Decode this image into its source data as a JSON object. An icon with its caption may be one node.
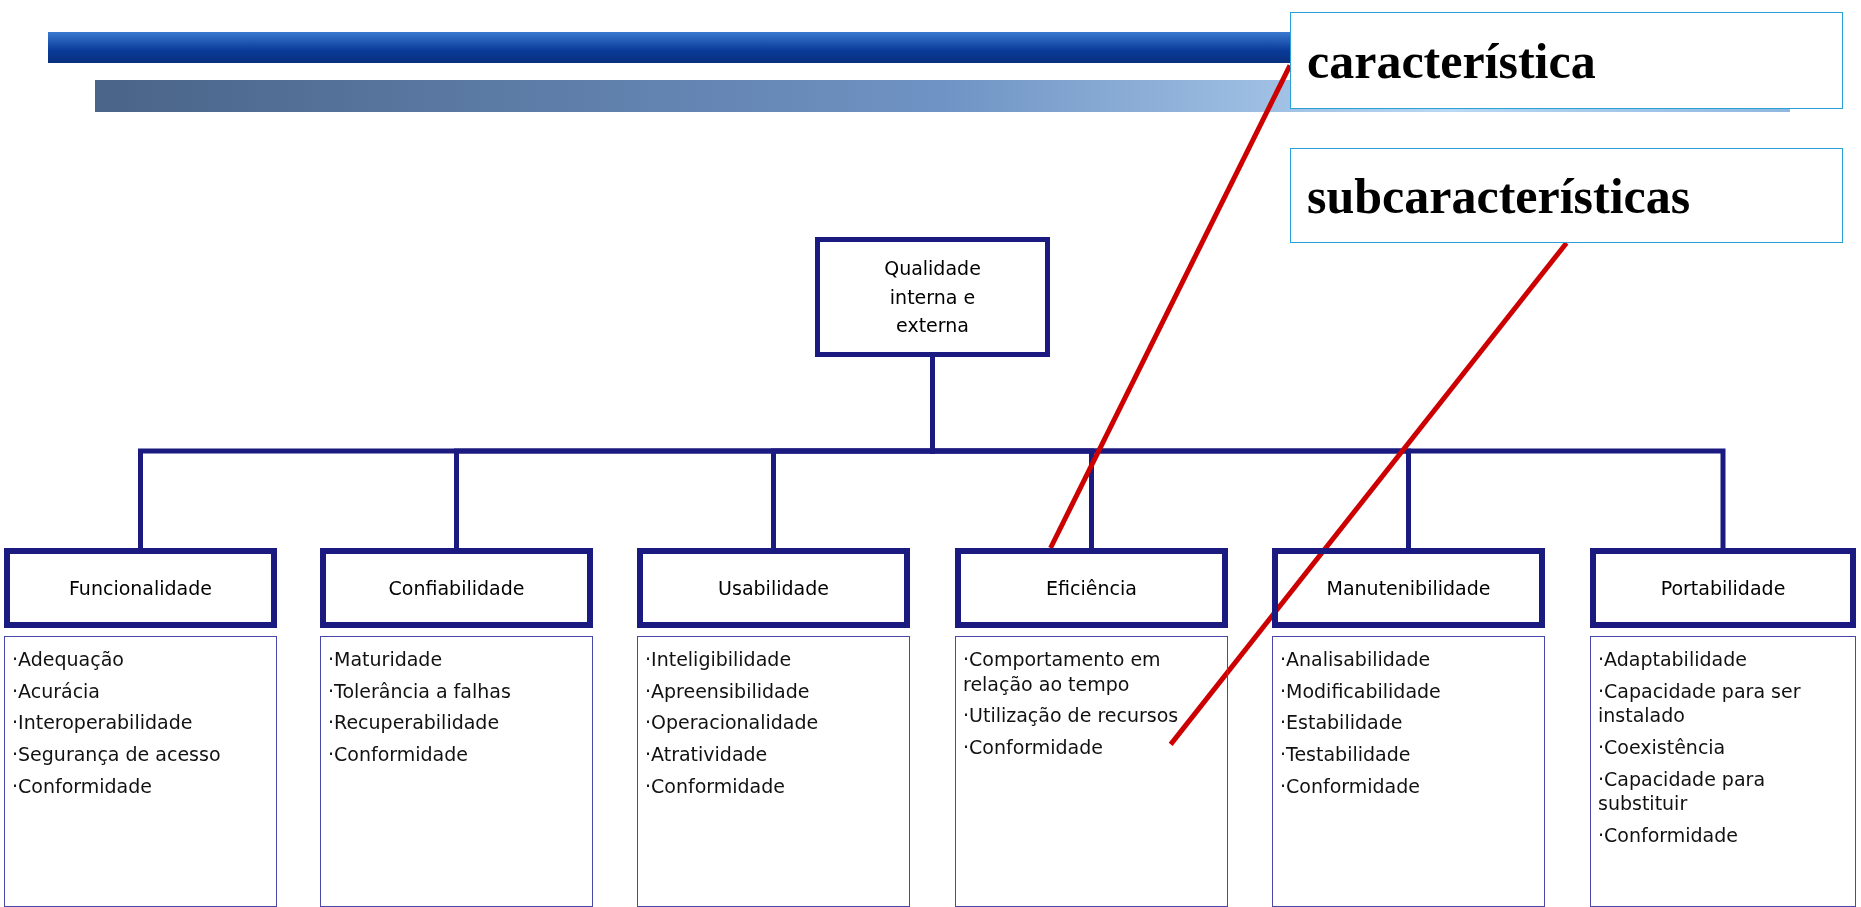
{
  "diagram": {
    "nodes": [
      {
        "text": [
          "característica"
        ]
      },
      {
        "text": [
          "subcaracterísticas"
        ]
      },
      {
        "text": [
          "Qualidade interna e externa"
        ]
      },
      {
        "text": [
          "Funcionalidade"
        ]
      },
      {
        "text": [
          "Confiabilidade"
        ]
      },
      {
        "text": [
          "Usabilidade"
        ]
      },
      {
        "text": [
          "Eficiência"
        ]
      },
      {
        "text": [
          "Manutenibilidade"
        ]
      },
      {
        "text": [
          "Portabilidade"
        ]
      },
      {
        "text": [
          "·Adequação",
          "·Acurácia",
          "·Interoperabilidade",
          "·Segurança de acesso",
          "·Conformidade"
        ]
      },
      {
        "text": [
          "·Maturidade",
          "·Tolerância a falhas",
          "·Recuperabilidade",
          "·Conformidade"
        ]
      },
      {
        "text": [
          "·Inteligibilidade",
          "·Apreensibilidade",
          "·Operacionalidade",
          "·Atratividade",
          "·Conformidade"
        ]
      },
      {
        "text": [
          "·Comportamento em relação ao tempo",
          "·Utilização de recursos",
          "·Conformidade"
        ]
      },
      {
        "text": [
          "·Analisabilidade",
          "·Modificabilidade",
          "·Estabilidade",
          "·Testabilidade",
          "·Conformidade"
        ]
      },
      {
        "text": [
          "·Adaptabilidade",
          "·Capacidade para ser instalado",
          "·Coexistência",
          "·Capacidade para substituir",
          "·Conformidade"
        ]
      }
    ],
    "edges": [
      {
        "from": 2,
        "to": 3,
        "arrow": "none"
      },
      {
        "from": 2,
        "to": 4,
        "arrow": "none"
      },
      {
        "from": 2,
        "to": 5,
        "arrow": "none"
      },
      {
        "from": 2,
        "to": 6,
        "arrow": "none"
      },
      {
        "from": 2,
        "to": 7,
        "arrow": "none"
      },
      {
        "from": 2,
        "to": 8,
        "arrow": "none"
      },
      {
        "from": 0,
        "to": 6,
        "arrow": "none",
        "color": "#cc0000"
      },
      {
        "from": 1,
        "to": 12,
        "arrow": "none",
        "color": "#cc0000"
      }
    ]
  }
}
